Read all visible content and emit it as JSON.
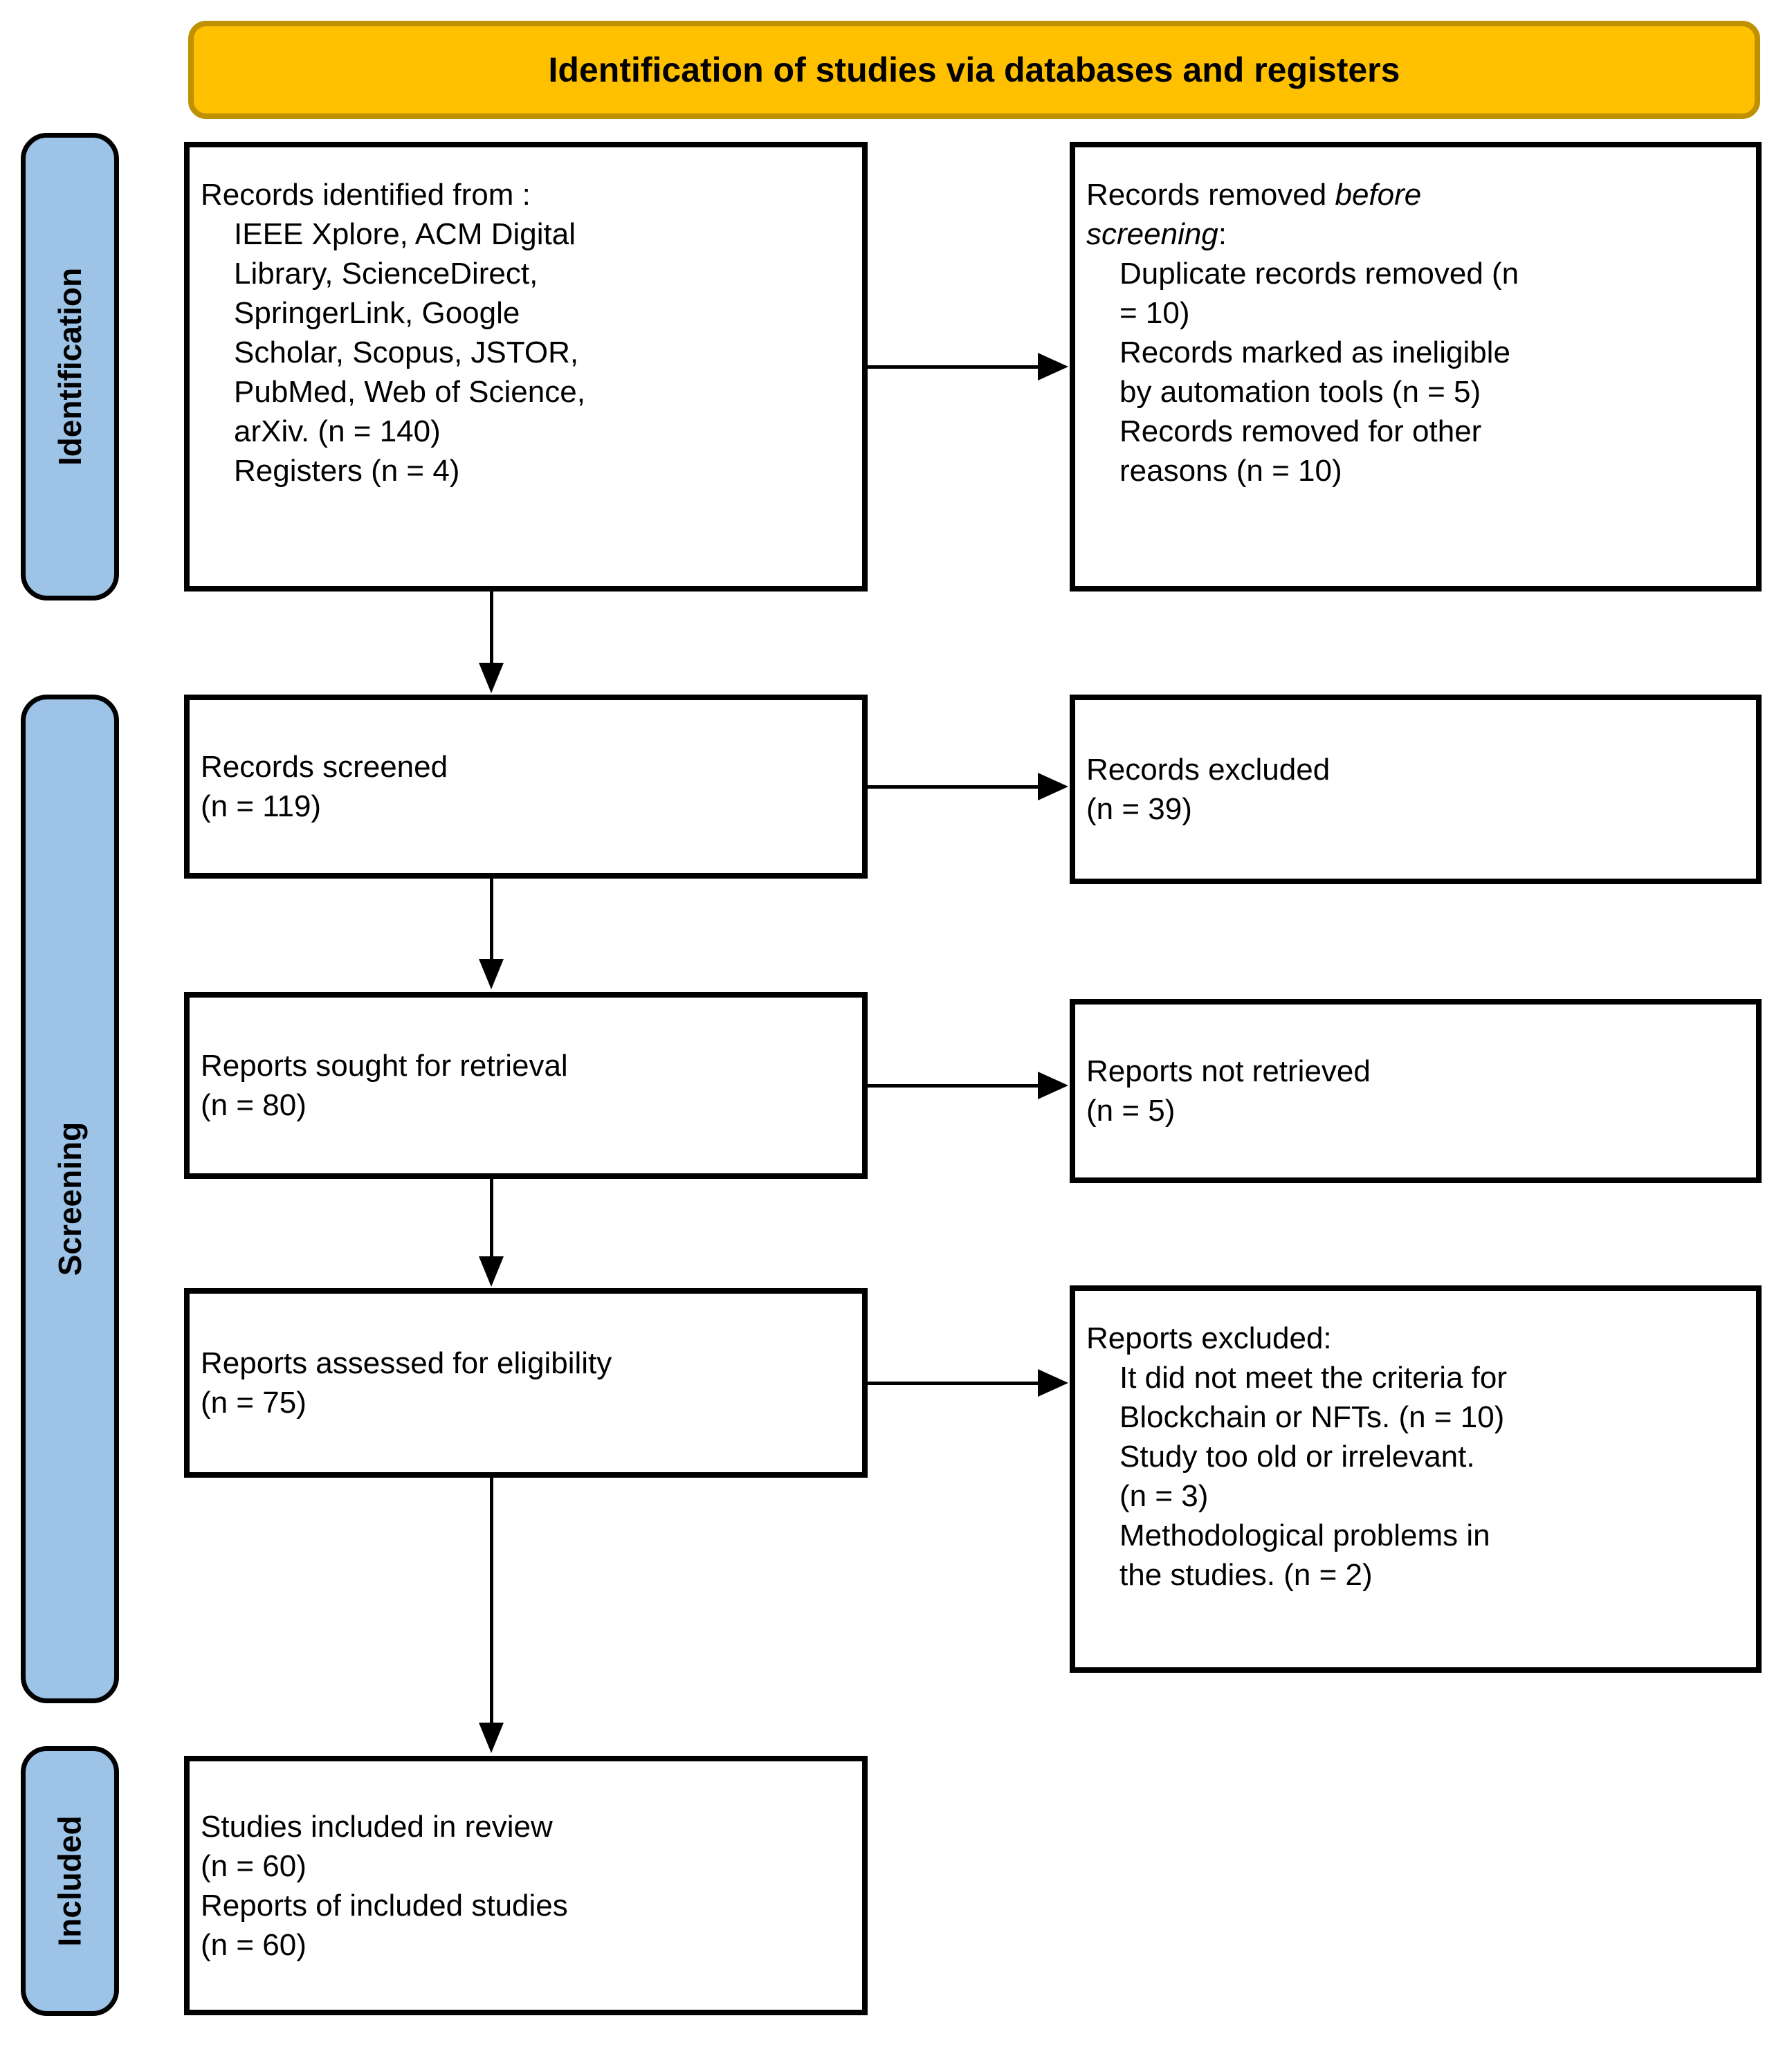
{
  "banner": {
    "title": "Identification of studies via databases and registers"
  },
  "stages": [
    {
      "label": "Identification"
    },
    {
      "label": "Screening"
    },
    {
      "label": "Included"
    }
  ],
  "colors": {
    "banner_fill": "#FFC000",
    "banner_border": "#BF9000",
    "stage_fill": "#9DC3E6",
    "line_color": "#000000"
  },
  "boxes": {
    "records_identified": {
      "lines": [
        {
          "text": "Records identified from :"
        },
        {
          "text": "IEEE Xplore, ACM Digital",
          "indent": true
        },
        {
          "text": "Library, ScienceDirect,",
          "indent": true
        },
        {
          "text": "SpringerLink, Google",
          "indent": true
        },
        {
          "text": "Scholar, Scopus, JSTOR,",
          "indent": true
        },
        {
          "text": "PubMed, Web of Science,",
          "indent": true
        },
        {
          "text": "arXiv. (n = 140)",
          "indent": true
        },
        {
          "text": "Registers (n = 4)",
          "indent": true
        }
      ]
    },
    "records_removed": {
      "lines": [
        {
          "parts": [
            {
              "text": "Records removed ",
              "italic": false
            },
            {
              "text": "before",
              "italic": true
            }
          ]
        },
        {
          "parts": [
            {
              "text": "screening",
              "italic": true
            },
            {
              "text": ":",
              "italic": false
            }
          ]
        },
        {
          "text": "Duplicate records removed (n",
          "indent": true
        },
        {
          "text": "= 10)",
          "indent": true
        },
        {
          "text": "Records marked as ineligible",
          "indent": true
        },
        {
          "text": "by automation tools (n = 5)",
          "indent": true
        },
        {
          "text": "Records removed for other",
          "indent": true
        },
        {
          "text": "reasons (n = 10)",
          "indent": true
        }
      ]
    },
    "records_screened": {
      "lines": [
        {
          "text": "Records screened"
        },
        {
          "text": "(n = 119)"
        }
      ]
    },
    "records_excluded": {
      "lines": [
        {
          "text": "Records excluded"
        },
        {
          "text": "(n = 39)"
        }
      ]
    },
    "reports_sought": {
      "lines": [
        {
          "text": "Reports sought for retrieval"
        },
        {
          "text": "(n = 80)"
        }
      ]
    },
    "reports_not_retrieved": {
      "lines": [
        {
          "text": "Reports not retrieved"
        },
        {
          "text": "(n = 5)"
        }
      ]
    },
    "reports_assessed": {
      "lines": [
        {
          "text": "Reports assessed for eligibility"
        },
        {
          "text": "(n = 75)"
        }
      ]
    },
    "reports_excluded": {
      "lines": [
        {
          "text": "Reports excluded:"
        },
        {
          "text": "It did not meet the criteria for",
          "indent": true
        },
        {
          "text": "Blockchain or NFTs. (n = 10)",
          "indent": true
        },
        {
          "text": "Study too old or irrelevant.",
          "indent": true
        },
        {
          "text": "(n = 3)",
          "indent": true
        },
        {
          "text": "Methodological problems in",
          "indent": true
        },
        {
          "text": "the studies. (n = 2)",
          "indent": true
        }
      ]
    },
    "studies_included": {
      "lines": [
        {
          "text": "Studies included in review"
        },
        {
          "text": "(n = 60)"
        },
        {
          "text": "Reports of included studies"
        },
        {
          "text": "(n = 60)"
        }
      ]
    }
  }
}
